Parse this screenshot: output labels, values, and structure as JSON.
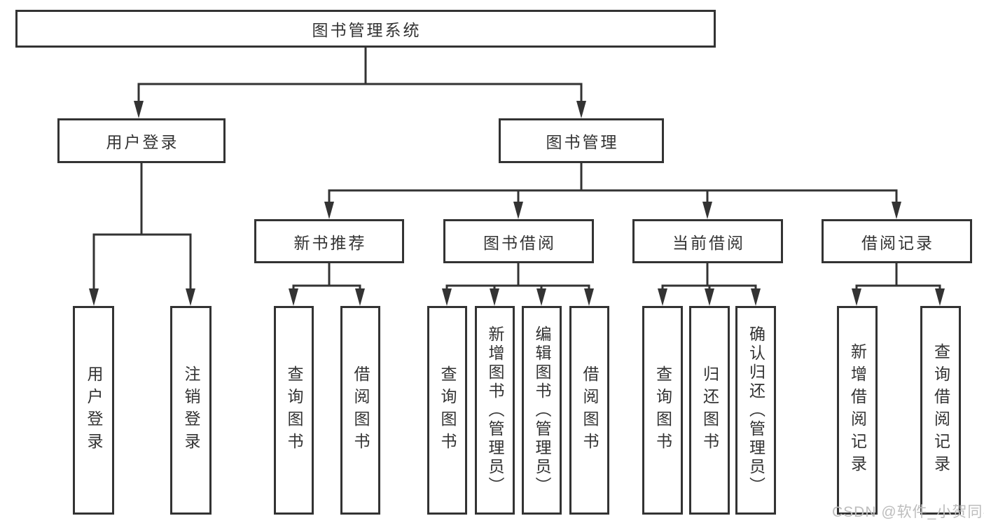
{
  "tree": {
    "root": {
      "label": "图书管理系统",
      "children": [
        {
          "label": "用户登录",
          "children": [
            {
              "label": "用户登录"
            },
            {
              "label": "注销登录"
            }
          ]
        },
        {
          "label": "图书管理",
          "children": [
            {
              "label": "新书推荐",
              "children": [
                {
                  "label": "查询图书"
                },
                {
                  "label": "借阅图书"
                }
              ]
            },
            {
              "label": "图书借阅",
              "children": [
                {
                  "label": "查询图书"
                },
                {
                  "label": "新增图书（管理员）"
                },
                {
                  "label": "编辑图书（管理员）"
                },
                {
                  "label": "借阅图书"
                }
              ]
            },
            {
              "label": "当前借阅",
              "children": [
                {
                  "label": "查询图书"
                },
                {
                  "label": "归还图书"
                },
                {
                  "label": "确认归还（管理员）"
                }
              ]
            },
            {
              "label": "借阅记录",
              "children": [
                {
                  "label": "新增借阅记录"
                },
                {
                  "label": "查询借阅记录"
                }
              ]
            }
          ]
        }
      ]
    }
  },
  "watermark": {
    "text": "CSDN @软件_小贺同学"
  },
  "colors": {
    "line": "#333333",
    "text": "#333333",
    "background": "#ffffff",
    "watermark": "#bdbdbd"
  }
}
